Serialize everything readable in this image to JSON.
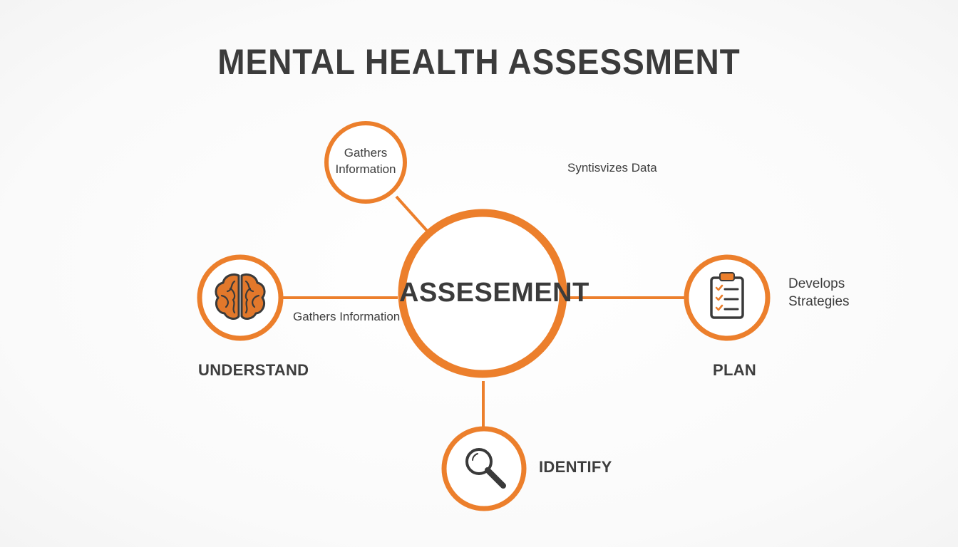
{
  "title": "MENTAL HEALTH ASSESSMENT",
  "center": {
    "label": "ASSESEMENT"
  },
  "nodes": {
    "top": {
      "label": "Gathers Information"
    },
    "left": {
      "label": "UNDERSTAND",
      "icon": "brain-icon"
    },
    "right": {
      "label": "PLAN",
      "icon": "clipboard-checklist-icon"
    },
    "bottom": {
      "label": "IDENTIFY",
      "icon": "magnifier-icon"
    }
  },
  "annotations": {
    "left_edge": "Gathers Information",
    "top_right": "Syntisvizes Data",
    "right_side": "Develops Strategies"
  },
  "colors": {
    "accent": "#ec7f2c",
    "text": "#3b3b3b",
    "background": "#ffffff"
  }
}
